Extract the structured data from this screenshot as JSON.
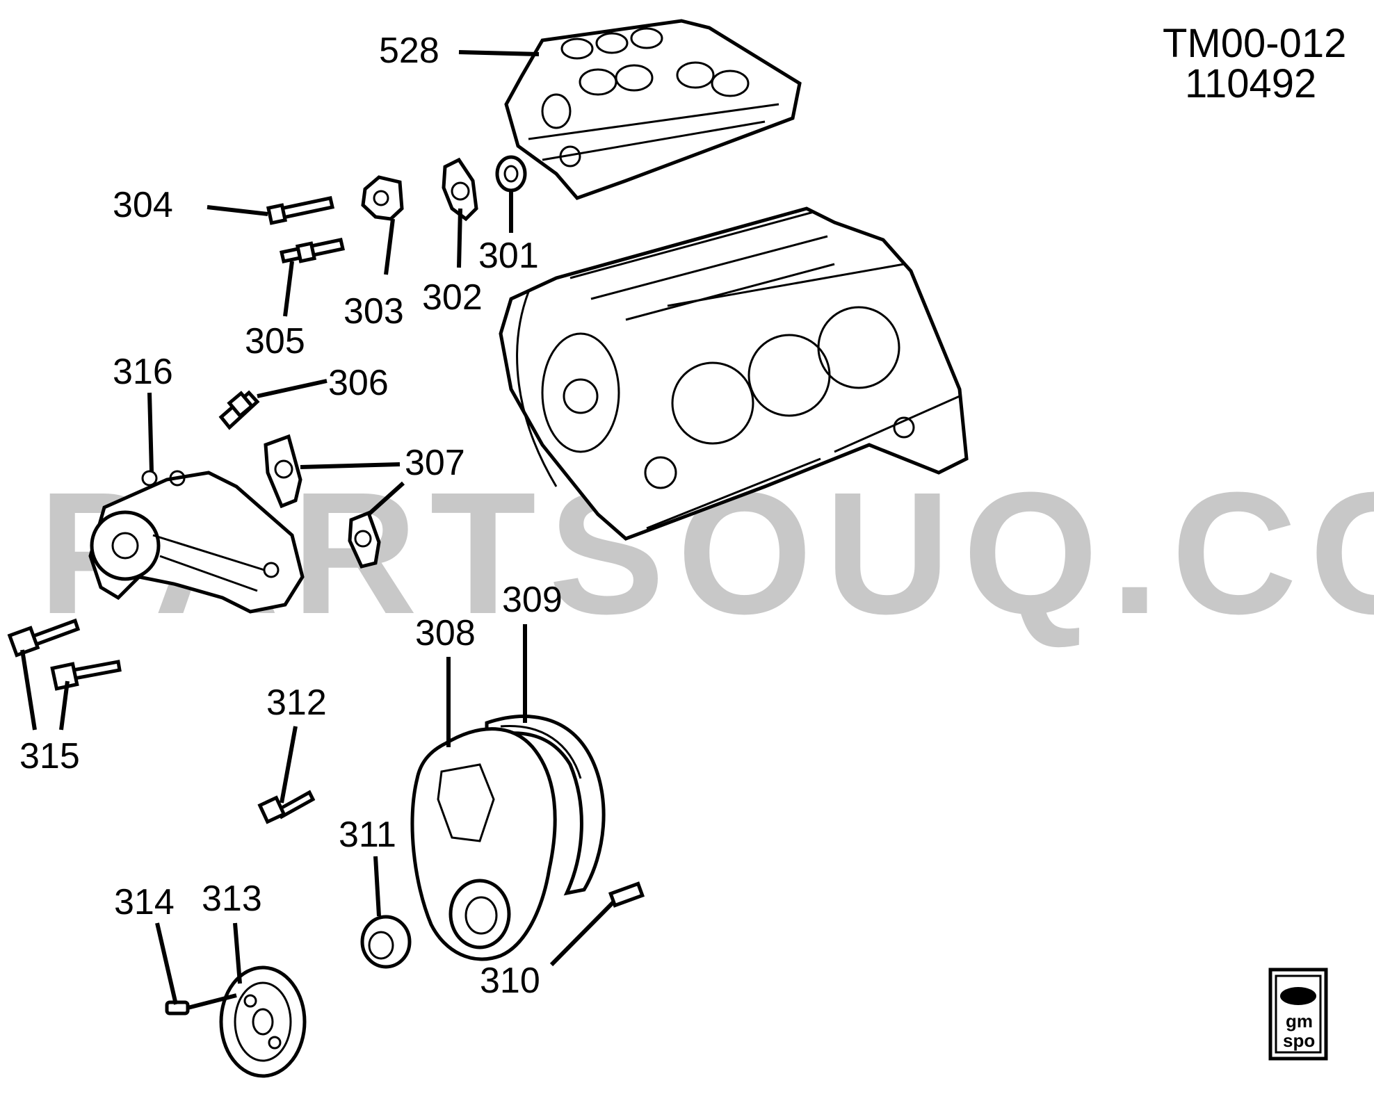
{
  "diagram_code": [
    "TM00-012",
    "110492"
  ],
  "watermark": "PARTSOUQ.COM",
  "logo": {
    "line1": "gm",
    "line2": "spo"
  },
  "callouts": [
    {
      "id": "528",
      "num": "528"
    },
    {
      "id": "304",
      "num": "304"
    },
    {
      "id": "301",
      "num": "301"
    },
    {
      "id": "302",
      "num": "302"
    },
    {
      "id": "303",
      "num": "303"
    },
    {
      "id": "305",
      "num": "305"
    },
    {
      "id": "316",
      "num": "316"
    },
    {
      "id": "306",
      "num": "306"
    },
    {
      "id": "307",
      "num": "307"
    },
    {
      "id": "309",
      "num": "309"
    },
    {
      "id": "308",
      "num": "308"
    },
    {
      "id": "312",
      "num": "312"
    },
    {
      "id": "315",
      "num": "315"
    },
    {
      "id": "311",
      "num": "311"
    },
    {
      "id": "313",
      "num": "313"
    },
    {
      "id": "314",
      "num": "314"
    },
    {
      "id": "310",
      "num": "310"
    }
  ],
  "parts": [
    {
      "id": "528",
      "icon": "intake-manifold-icon"
    },
    {
      "id": "block",
      "icon": "engine-block-icon"
    },
    {
      "id": "301",
      "icon": "seal-icon"
    },
    {
      "id": "302",
      "icon": "gasket-icon"
    },
    {
      "id": "303",
      "icon": "sensor-icon"
    },
    {
      "id": "304",
      "icon": "stud-icon"
    },
    {
      "id": "305",
      "icon": "stud-icon"
    },
    {
      "id": "306",
      "icon": "plug-icon"
    },
    {
      "id": "307",
      "icon": "gasket-icon"
    },
    {
      "id": "316",
      "icon": "water-pump-icon"
    },
    {
      "id": "315",
      "icon": "bolt-icon"
    },
    {
      "id": "312",
      "icon": "bolt-icon"
    },
    {
      "id": "308",
      "icon": "timing-cover-icon"
    },
    {
      "id": "309",
      "icon": "gasket-icon"
    },
    {
      "id": "310",
      "icon": "pin-icon"
    },
    {
      "id": "311",
      "icon": "seal-icon"
    },
    {
      "id": "313",
      "icon": "pulley-icon"
    },
    {
      "id": "314",
      "icon": "pin-icon"
    }
  ]
}
